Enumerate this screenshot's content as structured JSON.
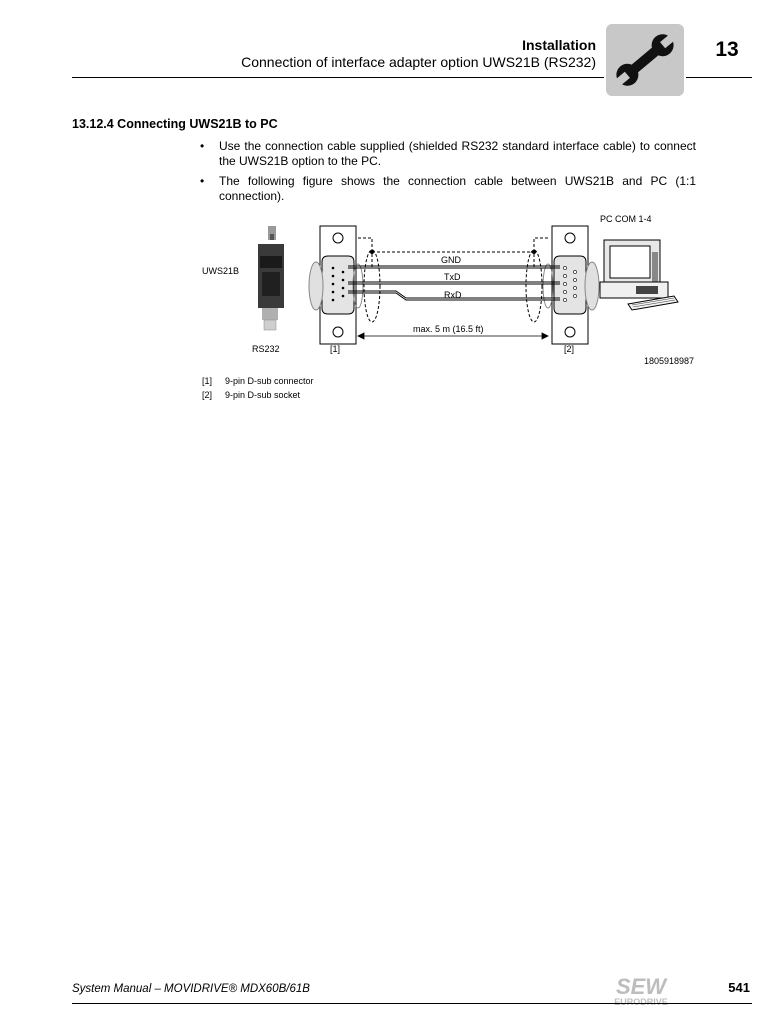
{
  "header": {
    "title": "Installation",
    "subtitle": "Connection of interface adapter option UWS21B (RS232)",
    "chapter_number": "13",
    "chapter_icon": "wrench-icon"
  },
  "section": {
    "heading": "13.12.4 Connecting UWS21B to PC",
    "bullets": [
      "Use the connection cable supplied (shielded RS232 standard interface cable) to connect the UWS21B option to the PC.",
      "The following figure shows the connection cable between UWS21B and PC (1:1 connection)."
    ],
    "bullet_char": "•"
  },
  "figure": {
    "pc_label": "PC COM 1-4",
    "uws_label": "UWS21B",
    "rs232_label": "RS232",
    "gnd_label": "GND",
    "txd_label": "TxD",
    "rxd_label": "RxD",
    "length_label": "max. 5 m (16.5 ft)",
    "ref1_label": "[1]",
    "ref2_label": "[2]",
    "figure_id": "1805918987"
  },
  "legend": [
    {
      "key": "[1]",
      "text": "9-pin D-sub connector"
    },
    {
      "key": "[2]",
      "text": "9-pin D-sub socket"
    }
  ],
  "footer": {
    "manual_title": "System Manual – MOVIDRIVE® MDX60B/61B",
    "page_number": "541",
    "logo_main": "SEW",
    "logo_sub": "EURODRIVE"
  }
}
